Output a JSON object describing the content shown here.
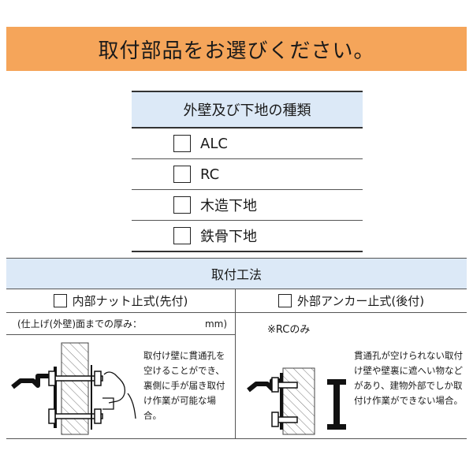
{
  "header": {
    "title": "取付部品をお選びください。"
  },
  "wall_types": {
    "heading": "外壁及び下地の種類",
    "options": [
      {
        "label": "ALC"
      },
      {
        "label": "RC"
      },
      {
        "label": "木造下地"
      },
      {
        "label": "鉄骨下地"
      }
    ]
  },
  "method": {
    "heading": "取付工法",
    "inner": {
      "title": "内部ナット止式(先付)",
      "thickness_label": "(仕上げ(外壁)面までの厚み：",
      "thickness_unit": "mm)",
      "description": "取付け壁に貫通孔を空けることができ、裏側に手が届き取付け作業が可能な場合。"
    },
    "outer": {
      "title": "外部アンカー止式(後付)",
      "note": "※RCのみ",
      "description": "貫通孔が空けられない取付け壁や壁裏に遮へい物などがあり、建物外部でしか取付け作業ができない場合。"
    }
  },
  "colors": {
    "header_bg": "#f5a55a",
    "table_head_bg": "#dce9f7"
  }
}
